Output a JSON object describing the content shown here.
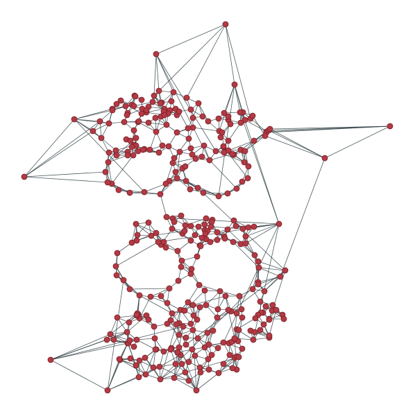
{
  "colors": {
    "background": "#ffffff",
    "node_fill": "#b23a44",
    "node_stroke": "#7a1e26",
    "edge": "#2f3f44"
  },
  "graph": {
    "type": "network",
    "node_count": 360,
    "labels_visible": false,
    "seed": 7
  }
}
